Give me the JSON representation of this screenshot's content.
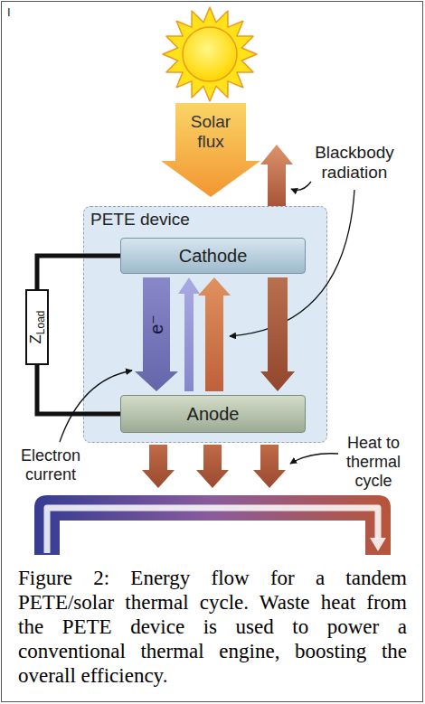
{
  "diagram": {
    "caption": "Figure 2: Energy flow for a tandem PETE/solar thermal cycle. Waste heat from the PETE device is used to power a conventional thermal engine, boosting the overall efficiency.",
    "nodes": [
      {
        "text": [
          "Solar flux"
        ]
      },
      {
        "text": [
          "PETE device"
        ]
      },
      {
        "text": [
          "Cathode"
        ],
        "in": 1
      },
      {
        "text": [
          "Z",
          "Load"
        ]
      },
      {
        "text": [
          "Anode"
        ],
        "in": 1
      }
    ],
    "edges": [
      {
        "from": 2,
        "to": 3,
        "arrow": "none"
      },
      {
        "from": 3,
        "to": 4,
        "arrow": "none"
      },
      {
        "from": 2,
        "to": 4,
        "label": "e⁻",
        "arrow": "to"
      },
      {
        "from": 4,
        "to": 2,
        "arrow": "to"
      },
      {
        "from": 4,
        "to": 2,
        "arrow": "to"
      },
      {
        "from": 2,
        "to": 4,
        "arrow": "to"
      }
    ],
    "labels": [
      "I",
      "Blackbody radiation",
      "Electron current",
      "Heat to thermal cycle"
    ]
  }
}
